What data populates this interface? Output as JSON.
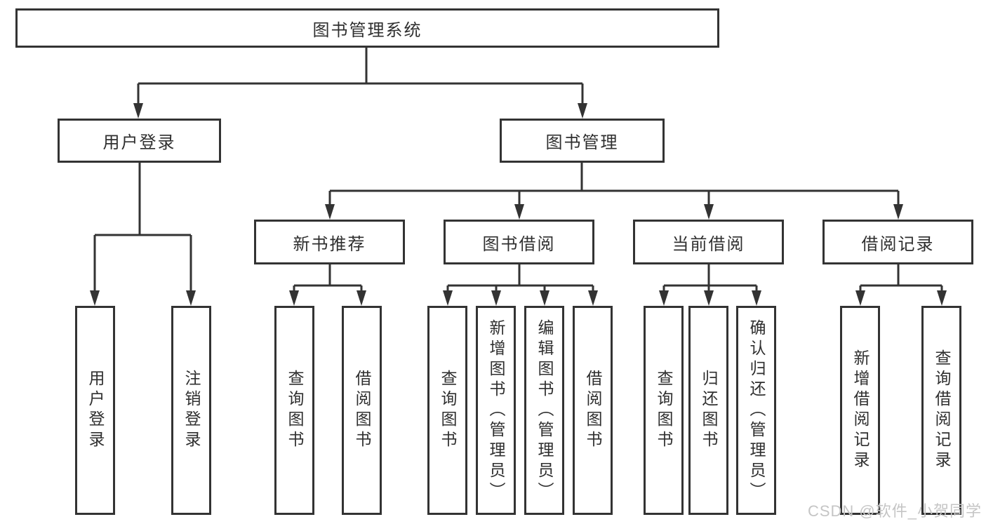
{
  "diagram": {
    "root": {
      "label": "图书管理系统"
    },
    "branches": [
      {
        "label": "用户登录",
        "children": [
          {
            "label": "用户登录"
          },
          {
            "label": "注销登录"
          }
        ]
      },
      {
        "label": "图书管理",
        "children": [
          {
            "label": "新书推荐",
            "children": [
              {
                "label": "查询图书"
              },
              {
                "label": "借阅图书"
              }
            ]
          },
          {
            "label": "图书借阅",
            "children": [
              {
                "label": "查询图书"
              },
              {
                "label": "新增图书（管理员）"
              },
              {
                "label": "编辑图书（管理员）"
              },
              {
                "label": "借阅图书"
              }
            ]
          },
          {
            "label": "当前借阅",
            "children": [
              {
                "label": "查询图书"
              },
              {
                "label": "归还图书"
              },
              {
                "label": "确认归还（管理员）"
              }
            ]
          },
          {
            "label": "借阅记录",
            "children": [
              {
                "label": "新增借阅记录"
              },
              {
                "label": "查询借阅记录"
              }
            ]
          }
        ]
      }
    ]
  },
  "watermark": {
    "text": "CSDN @软件_小贺同学"
  },
  "colors": {
    "line": "#333333",
    "text": "#2f2f2f",
    "watermark": "#c5c5c5",
    "background": "#ffffff"
  }
}
